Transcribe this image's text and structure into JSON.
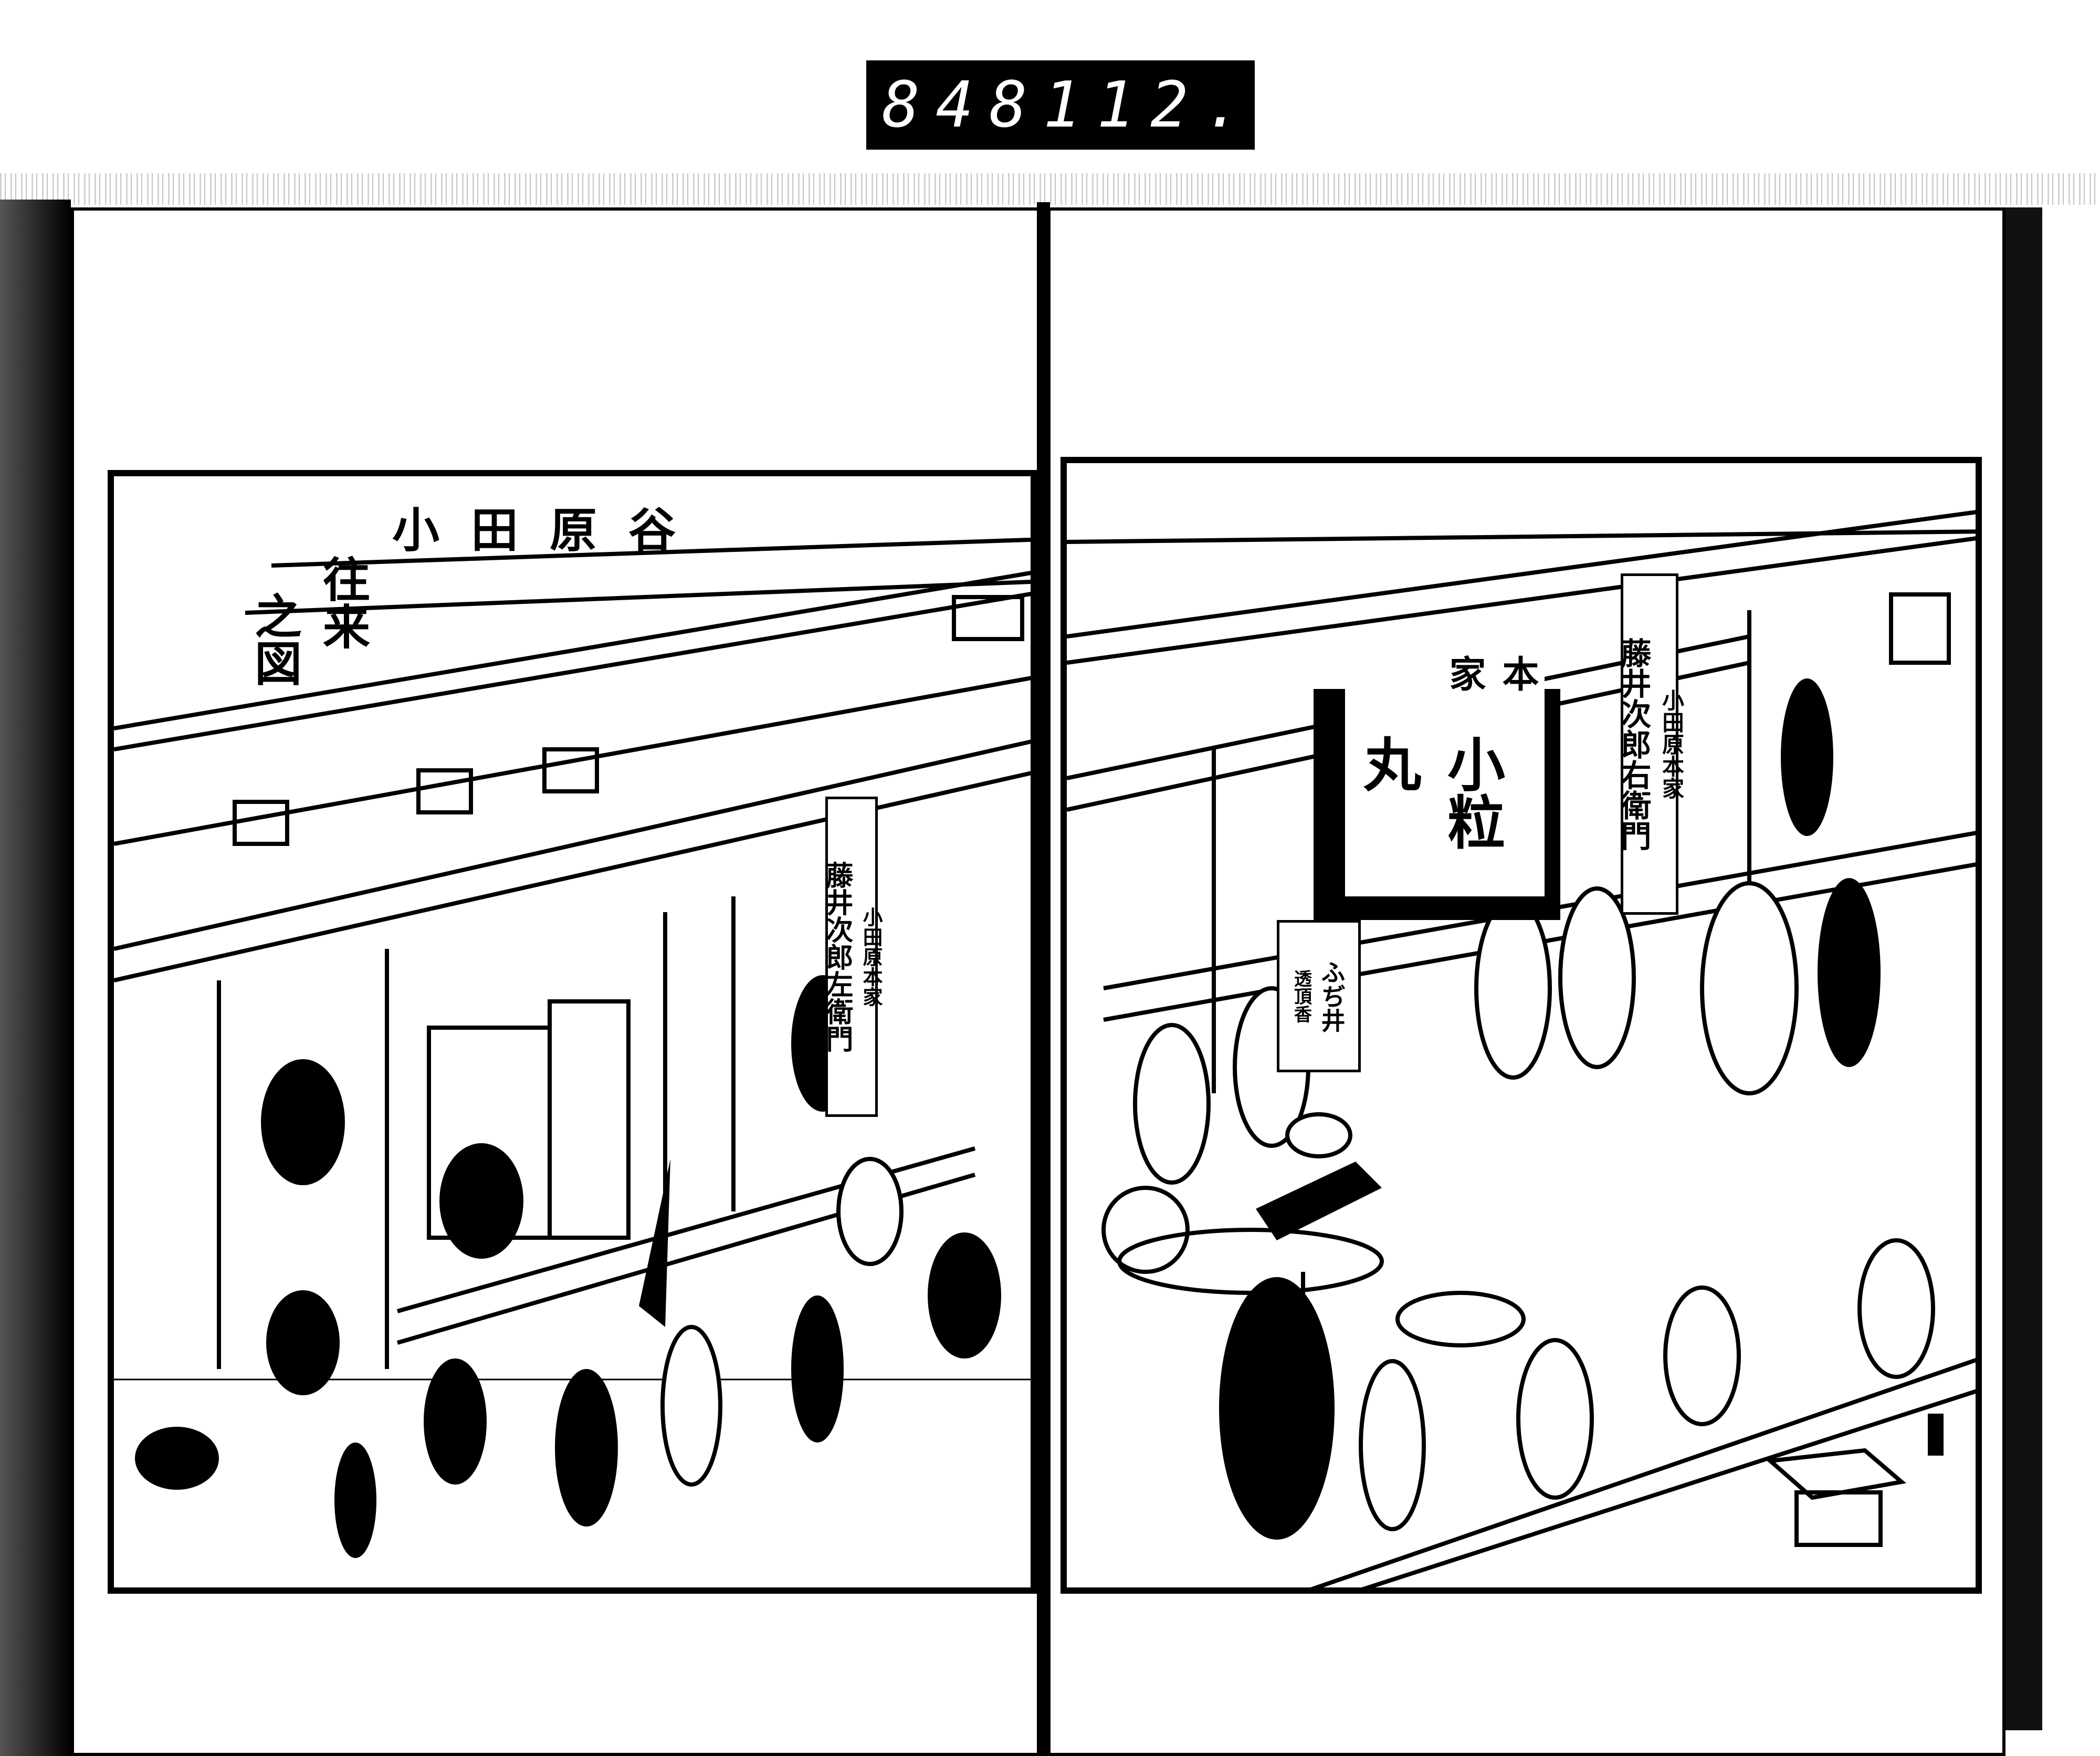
{
  "archive_label": {
    "left_number": "848",
    "right_number": "112."
  },
  "left_page": {
    "title_row": "小田原谷",
    "title_column_1": "往来",
    "title_column_2": "之図",
    "shop_sign": {
      "header": "小田原本家",
      "name": "藤井次郎左衛門"
    }
  },
  "right_page": {
    "banner": {
      "header": "本家",
      "name": "小粒丸"
    },
    "shop_sign": {
      "header": "小田原本家",
      "name": "藤井次郎右衛門"
    },
    "box_sign": {
      "header": "ふぢ井",
      "name": "透頂香"
    }
  }
}
